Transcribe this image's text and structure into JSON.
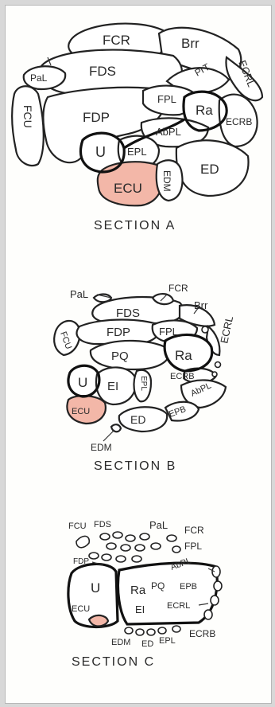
{
  "sections": [
    {
      "title": "SECTION A",
      "labels": {
        "fcr": "FCR",
        "brr": "Brr",
        "ecrl": "ECRL",
        "pal": "PaL",
        "fds": "FDS",
        "prt": "PrT",
        "fcu": "FCU",
        "fdp": "FDP",
        "fpl": "FPL",
        "ra": "Ra",
        "ecrb": "ECRB",
        "abpl": "AbPL",
        "u": "U",
        "epl": "EPL",
        "ed": "ED",
        "ecu": "ECU",
        "edm": "EDM"
      }
    },
    {
      "title": "SECTION B",
      "labels": {
        "pal": "PaL",
        "fcr": "FCR",
        "fds": "FDS",
        "brr": "Brr",
        "ecrl": "ECRL",
        "fcu": "FCU",
        "fdp": "FDP",
        "fpl": "FPL",
        "pq": "PQ",
        "ra": "Ra",
        "ecrb": "ECRB",
        "u": "U",
        "ei": "EI",
        "epl": "EPL",
        "abpl": "AbPL",
        "ecu": "ECU",
        "ed": "ED",
        "epb": "EPB",
        "edm": "EDM"
      }
    },
    {
      "title": "SECTION C",
      "labels": {
        "fcu": "FCU",
        "fds": "FDS",
        "pal": "PaL",
        "fcr": "FCR",
        "fpl": "FPL",
        "fdp": "FDP",
        "abpl": "AbPL",
        "u": "U",
        "ra": "Ra",
        "pq": "PQ",
        "epb": "EPB",
        "ecu": "ECU",
        "ecrl": "ECRL",
        "ei": "EI",
        "ecrb": "ECRB",
        "edm": "EDM",
        "ed": "ED",
        "epl": "EPL"
      }
    }
  ],
  "colors": {
    "ecu_highlight": "#f3b7a8",
    "outline": "#222222"
  }
}
